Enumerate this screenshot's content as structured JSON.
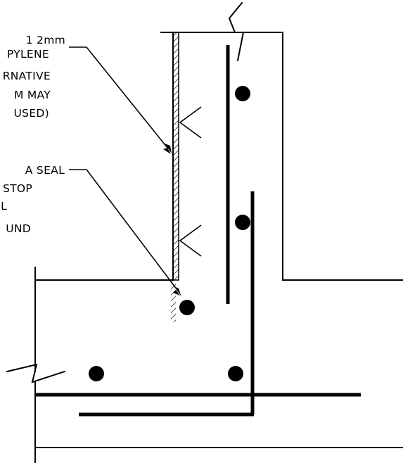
{
  "note_top": {
    "lines": [
      "1 2mm",
      "PYLENE",
      "RNATIVE",
      "M  MAY",
      "USED)"
    ]
  },
  "note_bottom": {
    "lines": [
      "A  SEAL",
      "STOP",
      "L",
      "UND"
    ]
  }
}
